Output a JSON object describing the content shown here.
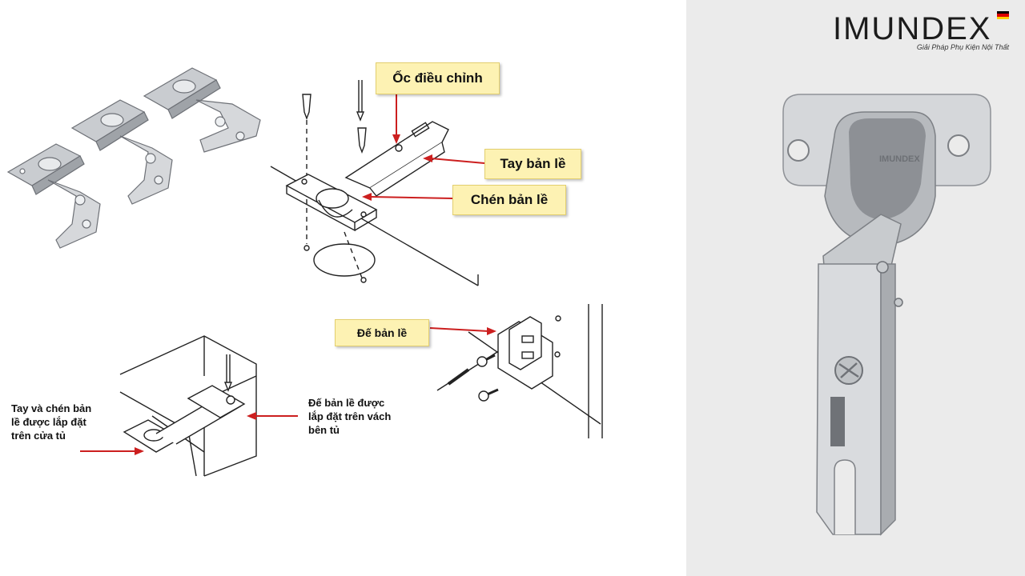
{
  "brand": {
    "name": "IMUNDEX",
    "tagline": "Giải Pháp Phụ Kiện Nội Thất",
    "hinge_stamp": "IMUNDEX",
    "flag_colors": [
      "#000000",
      "#dd0000",
      "#ffce00"
    ]
  },
  "labels": {
    "adjust_screw": "Ốc điều chỉnh",
    "hinge_arm": "Tay bản lề",
    "hinge_cup": "Chén bản lề",
    "hinge_base": "Đế bản lề",
    "arm_cup_installed_lines": [
      "Tay và chén bản",
      "lề được lắp đặt",
      "trên cửa tủ"
    ],
    "base_installed_lines": [
      "Đế bản lề được",
      "lắp đặt trên vách",
      "bên tủ"
    ]
  },
  "colors": {
    "label_bg": "#fdf2b3",
    "arrow": "#cc1f1f",
    "right_bg": "#ebebeb"
  }
}
